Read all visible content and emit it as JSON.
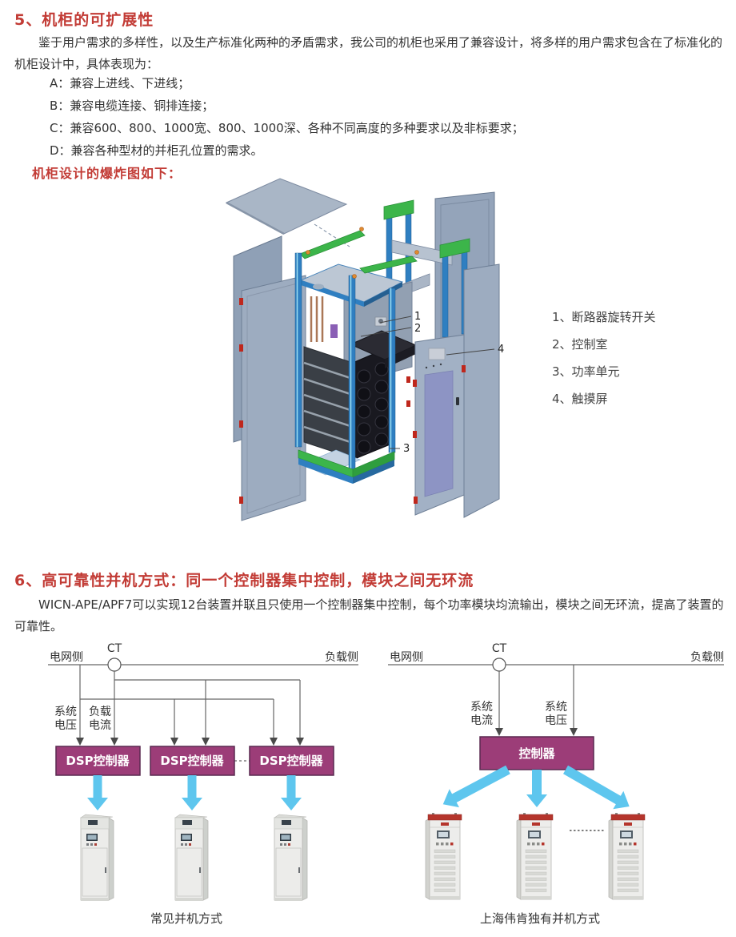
{
  "section5": {
    "heading": "5、机柜的可扩展性",
    "paragraph": "鉴于用户需求的多样性，以及生产标准化两种的矛盾需求，我公司的机柜也采用了兼容设计，将多样的用户需求包含在了标准化的机柜设计中，具体表现为：",
    "items": [
      "A：兼容上进线、下进线；",
      "B：兼容电缆连接、铜排连接；",
      "C：兼容600、800、1000宽、800、1000深、各种不同高度的多种要求以及非标要求；",
      "D：兼容各种型材的并柜孔位置的需求。"
    ],
    "exploded_title": "机柜设计的爆炸图如下：",
    "callouts": [
      "1",
      "2",
      "3",
      "4"
    ],
    "legend": [
      "1、断路器旋转开关",
      "2、控制室",
      "3、功率单元",
      "4、触摸屏"
    ]
  },
  "section6": {
    "heading": "6、高可靠性并机方式：同一个控制器集中控制，模块之间无环流",
    "paragraph": "WICN-APE/APF7可以实现12台装置并联且只使用一个控制器集中控制，每个功率模块均流输出，模块之间无环流，提高了装置的可靠性。"
  },
  "left_diagram": {
    "grid_side": "电网侧",
    "ct": "CT",
    "load_side": "负载侧",
    "labels": {
      "system_voltage": [
        "系统",
        "电压"
      ],
      "load_current": [
        "负载",
        "电流"
      ]
    },
    "controllers": [
      "DSP控制器",
      "DSP控制器",
      "DSP控制器"
    ],
    "caption": "常见并机方式"
  },
  "right_diagram": {
    "grid_side": "电网侧",
    "ct": "CT",
    "load_side": "负载侧",
    "labels": {
      "system_current": [
        "系统",
        "电流"
      ],
      "system_voltage": [
        "系统",
        "电压"
      ]
    },
    "controller": "控制器",
    "caption": "上海伟肯独有并机方式"
  },
  "colors": {
    "heading_red": "#c23b35",
    "controller_purple": "#9c3d78",
    "arrow_cyan": "#5ec6ee",
    "frame_blue": "#2f7fc1",
    "accent_green": "#3cb54a",
    "line_gray": "#666666"
  }
}
